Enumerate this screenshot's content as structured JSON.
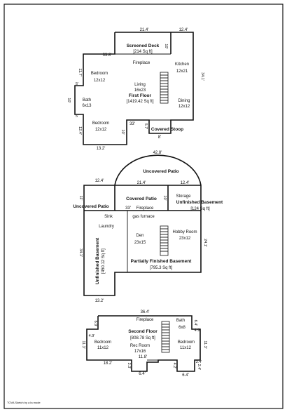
{
  "footer": {
    "credit": "TOVA Sketch by a la mode"
  },
  "first_floor": {
    "screened_deck": {
      "name": "Screened Deck",
      "area": "[214 Sq ft]"
    },
    "fireplace": "Fireplace",
    "bedroom_top": {
      "name": "Bedroom",
      "size": "12x12"
    },
    "kitchen": {
      "name": "Kitchen",
      "size": "12x21"
    },
    "living": {
      "name": "Living",
      "size": "16x23"
    },
    "floor_name": "First Floor",
    "floor_area": "[1419.42 Sq ft]",
    "bath": {
      "name": "Bath",
      "size": "6x13"
    },
    "dining": {
      "name": "Dining",
      "size": "12x12"
    },
    "bedroom_bottom": {
      "name": "Bedroom",
      "size": "12x12"
    },
    "covered_stoop": "Covered Stoop",
    "dims": {
      "deck_top": "21.4'",
      "deck_right_top": "12.4'",
      "deck_side": "10'",
      "deck_left": "33.8'",
      "left_upper": "11.7'",
      "notch_top": "5'",
      "left_mid": "10'",
      "notch_bottom": "5'",
      "left_lower": "12.4'",
      "bottom_left": "13.2'",
      "bed_side": "10'",
      "bottom_mid": "33'",
      "stoop_side": "5.7'",
      "stoop_bottom": "8'",
      "right_side": "34.1'"
    }
  },
  "basement": {
    "uncovered_patio_top": "Uncovered Patio",
    "uncovered_patio_left": "Uncovered Patio",
    "covered_patio": "Covered Patio",
    "fireplace": "Fireplace",
    "storage": "Storage",
    "unfinished_basement_right": {
      "name": "Unfinished Basement",
      "area": "[124 Sq ft]"
    },
    "sink": "Sink",
    "laundry": "Laundry",
    "gas_furnace": "gas furnace",
    "den": {
      "name": "Den",
      "size": "23x15"
    },
    "hobby_room": {
      "name": "Hobby Room",
      "size": "23x12"
    },
    "partially_finished": {
      "name": "Partially Finished Basement",
      "area": "[795.3 Sq ft]"
    },
    "unfinished_basement_left": {
      "name": "Unfinished Basement",
      "area": "[450.12 Sq ft]"
    },
    "dims": {
      "arc_top": "42.8'",
      "left_top": "12.4'",
      "left_side_top": "11'",
      "mid_top": "21.4'",
      "right_top": "12.4'",
      "mid_side": "10'",
      "fireplace_len": "33'",
      "right_side": "24.1'",
      "left_side": "34.1'",
      "bottom_left": "13.2'"
    }
  },
  "second_floor": {
    "fireplace": "Fireplace",
    "bath": {
      "name": "Bath",
      "size": "6x8"
    },
    "floor_name": "Second Floor",
    "floor_area": "[808.78 Sq ft]",
    "bedroom_left": {
      "name": "Bedroom",
      "size": "11x12"
    },
    "rec_room": {
      "name": "Rec Room",
      "size": "17x16"
    },
    "bedroom_right": {
      "name": "Bedroom",
      "size": "11x12"
    },
    "dims": {
      "top": "36.4'",
      "left_notch": "4.9'",
      "left_notch_v": "6.9'",
      "left_side": "11.3'",
      "right_notch_v": "6.4'",
      "right_notch": "4.9'",
      "right_side": "11.3'",
      "bottom_left": "18.2'",
      "bottom_mid": "11.8'",
      "step_left_v": "2.3'",
      "step_left_h": "6.4'",
      "step_right_v": "4.2'",
      "step_right_h": "6.4'",
      "corner_h": "3.4'",
      "corner_v": "2.4'"
    }
  }
}
